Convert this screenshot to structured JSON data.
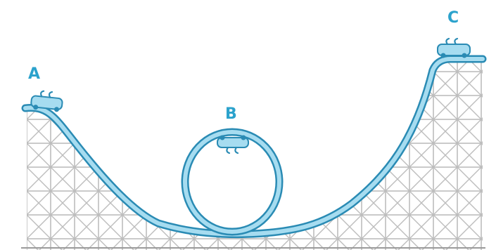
{
  "labels": {
    "a": "A",
    "b": "B",
    "c": "C"
  },
  "colors": {
    "track": "#6cc4e4",
    "track_outline": "#2a8bb4",
    "car": "#a6dcf0",
    "car_outline": "#2a8bb4",
    "scaffold": "#bdbdbd",
    "label": "#2ba2cc",
    "ground": "#9a9a9a"
  },
  "icons": {
    "car": "roller-coaster-car-icon"
  }
}
